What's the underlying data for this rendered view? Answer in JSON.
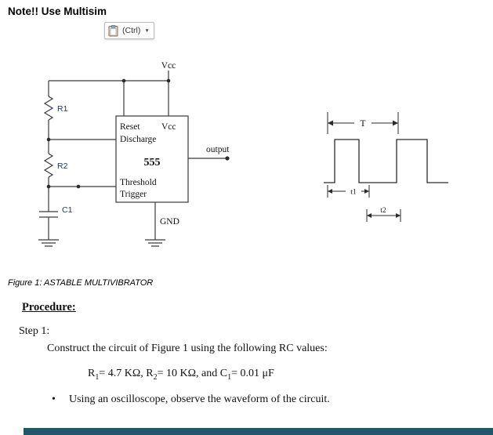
{
  "note": {
    "title": "Note!! Use Multisim"
  },
  "paste_button": {
    "label": "(Ctrl)",
    "caret": "▼"
  },
  "circuit": {
    "vcc_top": "Vcc",
    "r1": "R1",
    "r2": "R2",
    "c1": "C1",
    "output": "output",
    "chip": {
      "reset": "Reset",
      "vcc": "Vcc",
      "discharge": "Discharge",
      "name": "555",
      "threshold": "Threshold",
      "trigger": "Trigger",
      "gnd": "GND"
    }
  },
  "waveform": {
    "period": "T",
    "t1": "t1",
    "t2": "t2"
  },
  "caption": "Figure 1: ASTABLE MULTIVIBRATOR",
  "procedure": {
    "heading": "Procedure:",
    "step_label": "Step 1:",
    "instruction": "Construct the circuit of Figure 1 using the following RC values:",
    "values": {
      "p1": "R",
      "s1": "1",
      "p2": "= 4.7 KΩ, R",
      "s2": "2",
      "p3": "= 10 KΩ, and C",
      "s3": "1",
      "p4": "= 0.01 μF"
    },
    "bullet_glyph": "•",
    "bullet_text": "Using an oscilloscope, observe the waveform of the circuit."
  },
  "colors": {
    "accent_bar": "#215868",
    "component_label": "#1f3864"
  }
}
